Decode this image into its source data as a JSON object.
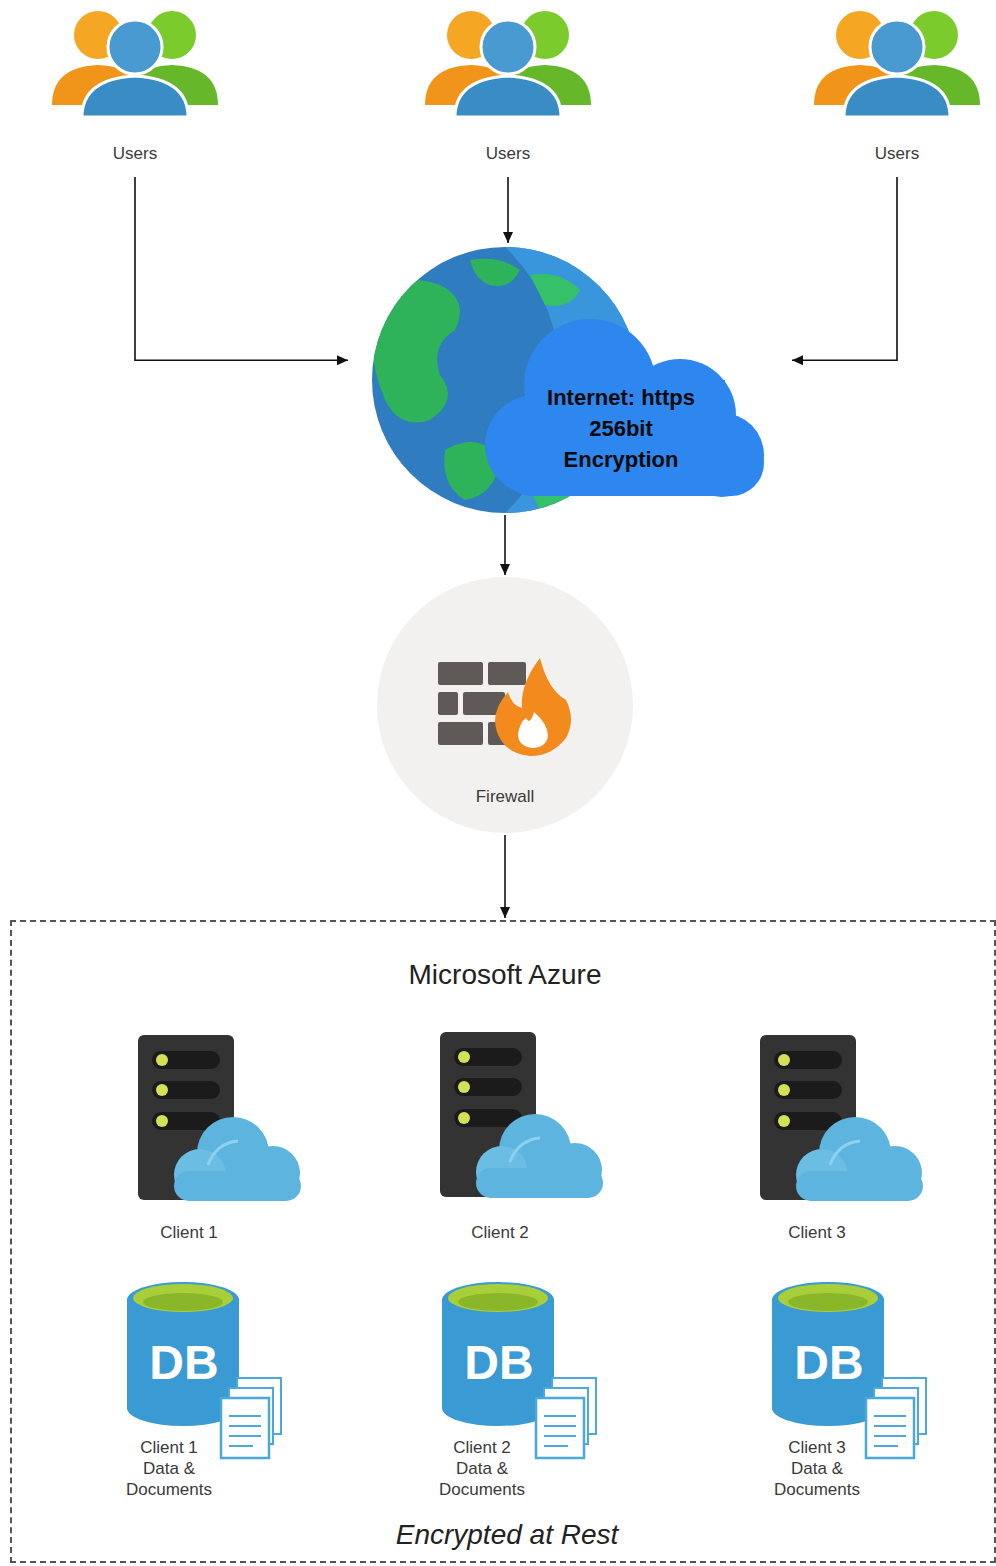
{
  "diagram": {
    "nodes": [
      {
        "text": [
          "Users"
        ]
      },
      {
        "text": [
          "Users"
        ]
      },
      {
        "text": [
          "Users"
        ]
      },
      {
        "text": [
          "Internet: https 256bit Encryption"
        ]
      },
      {
        "text": [
          "Firewall"
        ]
      },
      {
        "text": [
          "Microsoft Azure",
          "Encrypted at Rest"
        ]
      },
      {
        "text": [
          "Client 1"
        ],
        "in": 5
      },
      {
        "text": [
          "Client 2"
        ],
        "in": 5
      },
      {
        "text": [
          "Client 3"
        ],
        "in": 5
      },
      {
        "text": [
          "Client 1 Data & Documents"
        ],
        "in": 5
      },
      {
        "text": [
          "Client 2 Data & Documents"
        ],
        "in": 5
      },
      {
        "text": [
          "Client 3 Data & Documents"
        ],
        "in": 5
      }
    ],
    "edges": [
      {
        "from": 0,
        "to": 3,
        "arrow": "to"
      },
      {
        "from": 1,
        "to": 3,
        "arrow": "to"
      },
      {
        "from": 2,
        "to": 3,
        "arrow": "to"
      },
      {
        "from": 3,
        "to": 4,
        "arrow": "to"
      },
      {
        "from": 4,
        "to": 5,
        "arrow": "to"
      }
    ],
    "labels": [
      "DB",
      "DB",
      "DB"
    ]
  }
}
